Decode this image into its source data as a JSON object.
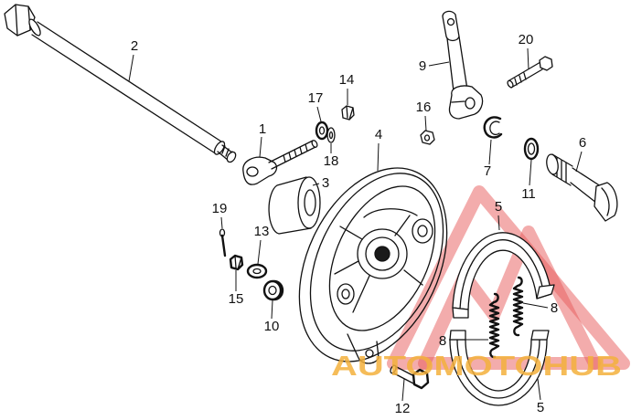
{
  "diagram": {
    "callouts": [
      {
        "label": "2"
      },
      {
        "label": "1"
      },
      {
        "label": "17"
      },
      {
        "label": "14"
      },
      {
        "label": "18"
      },
      {
        "label": "3"
      },
      {
        "label": "4"
      },
      {
        "label": "16"
      },
      {
        "label": "9"
      },
      {
        "label": "20"
      },
      {
        "label": "7"
      },
      {
        "label": "11"
      },
      {
        "label": "6"
      },
      {
        "label": "5"
      },
      {
        "label": "5"
      },
      {
        "label": "8"
      },
      {
        "label": "8"
      },
      {
        "label": "19"
      },
      {
        "label": "13"
      },
      {
        "label": "15"
      },
      {
        "label": "10"
      },
      {
        "label": "12"
      }
    ],
    "line_color": "#111111",
    "background": "#ffffff"
  },
  "watermark": {
    "text": "AUTOMOTOHUB",
    "logo_color": "#e85a5a",
    "text_color": "#f4b13d"
  }
}
